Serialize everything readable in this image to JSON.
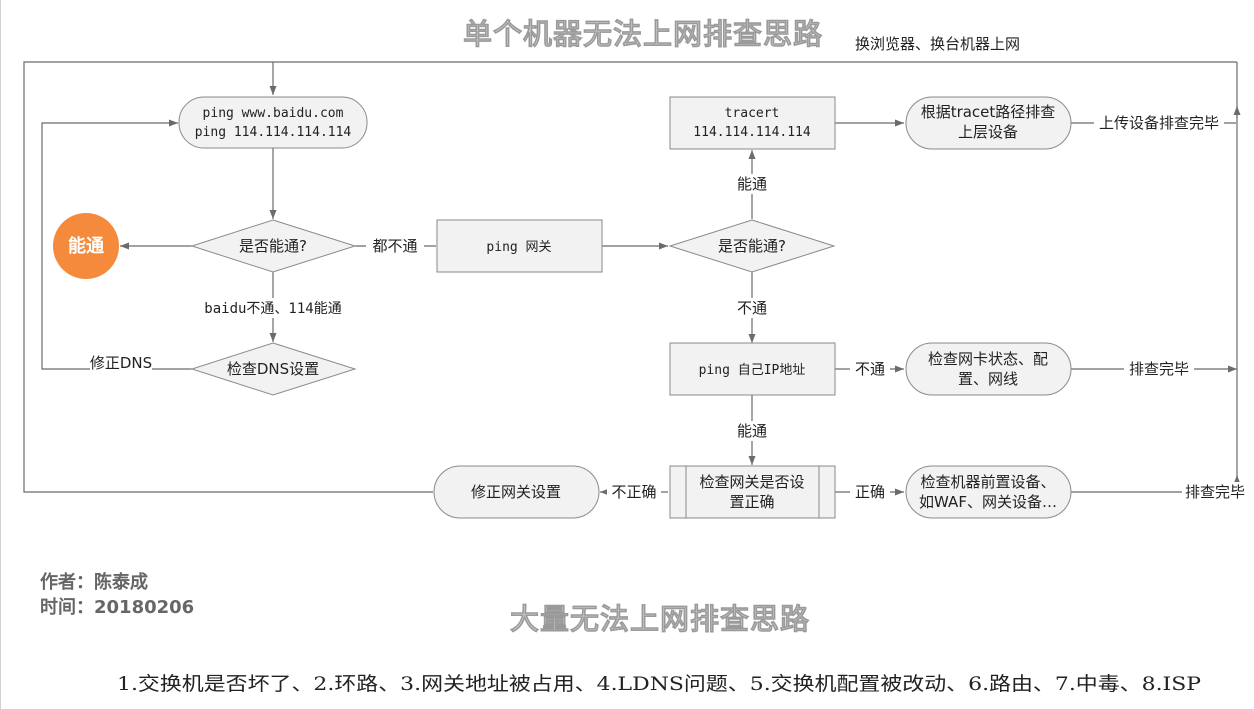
{
  "title_top": "单个机器无法上网排查思路",
  "title_top_note": "换浏览器、换台机器上网",
  "nodes": {
    "ping_line1": "ping www.baidu.com",
    "ping_line2": "ping 114.114.114.114",
    "decision1": "是否能通?",
    "ok_circle": "能通",
    "check_dns": "检查DNS设置",
    "ping_gateway": "ping 网关",
    "decision2": "是否能通?",
    "tracert_line1": "tracert",
    "tracert_line2": "114.114.114.114",
    "trace_check_line1": "根据tracet路径排查",
    "trace_check_line2": "上层设备",
    "ping_self_ip": "ping 自己IP地址",
    "nic_check_line1": "检查网卡状态、配",
    "nic_check_line2": "置、网线",
    "gw_setting_line1": "检查网关是否设",
    "gw_setting_line2": "置正确",
    "fix_gateway": "修正网关设置",
    "front_check_line1": "检查机器前置设备、",
    "front_check_line2": "如WAF、网关设备…"
  },
  "edge_labels": {
    "all_fail": "都不通",
    "baidu_fail": "baidu不通、114能通",
    "fix_dns": "修正DNS",
    "can_pass_up": "能通",
    "no_pass_down": "不通",
    "nic_fail": "不通",
    "can_pass_down": "能通",
    "incorrect": "不正确",
    "correct": "正确",
    "upload_done": "上传设备排查完毕",
    "check_done_1": "排查完毕",
    "check_done_2": "排查完毕"
  },
  "author_line": "作者：陈泰成",
  "time_line": "时间：20180206",
  "title_bottom": "大量无法上网排查思路",
  "bottom_list": "1.交换机是否坏了、2.环路、3.网关地址被占用、4.LDNS问题、5.交换机配置被改动、6.路由、7.中毒、8.ISP",
  "colors": {
    "accent_orange": "#f58a3c",
    "node_fill": "#f2f2f2",
    "line": "#6b6b6b"
  }
}
